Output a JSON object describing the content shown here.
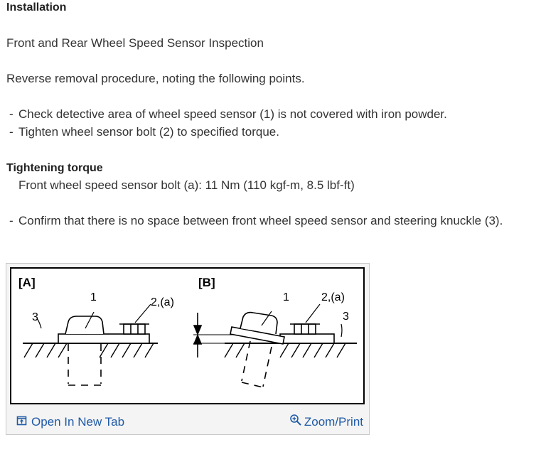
{
  "heading": "Installation",
  "subheading": "Front and Rear Wheel Speed Sensor Inspection",
  "intro": "Reverse removal procedure, noting the following points.",
  "points": [
    "Check detective area of wheel speed sensor (1) is not covered with iron powder.",
    "Tighten wheel sensor bolt (2) to specified torque."
  ],
  "torque": {
    "title": "Tightening torque",
    "value": "Front wheel speed sensor bolt (a): 11 Nm (110 kgf-m, 8.5 lbf-ft)"
  },
  "confirm_point": "Confirm that there is no space between front wheel speed sensor and steering knuckle (3).",
  "figure": {
    "label_a": "[A]",
    "label_b": "[B]",
    "callout_1": "1",
    "callout_2a": "2,(a)",
    "callout_3": "3",
    "open_tab_label": "Open In New Tab",
    "zoom_label": "Zoom/Print",
    "link_color": "#1f5aa6",
    "icons": [
      "open-in-new-tab-icon",
      "zoom-icon"
    ]
  }
}
